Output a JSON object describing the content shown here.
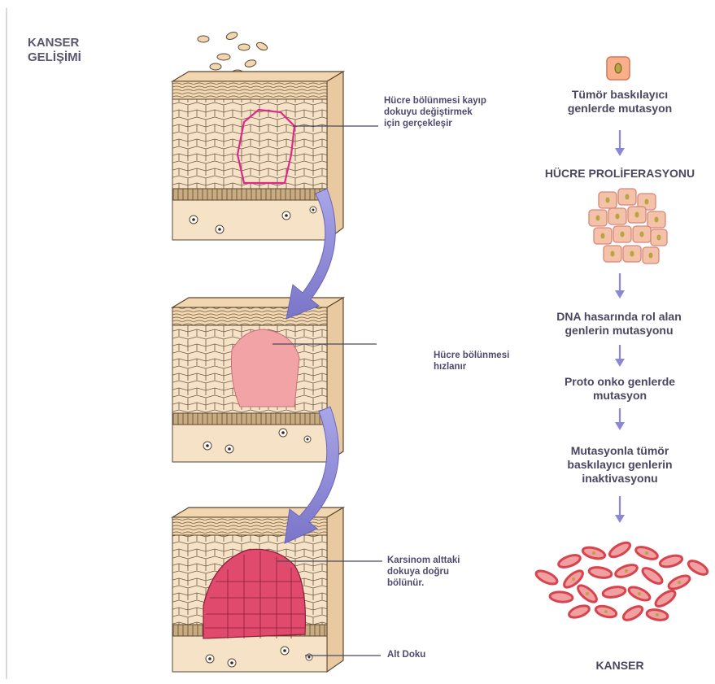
{
  "title": "KANSER GELİŞİMİ",
  "annotations": {
    "stage1": "Hücre bölünmesi kayıp dokuyu değiştirmek için gerçekleşir",
    "stage2": "Hücre bölünmesi hızlanır",
    "stage3": "Karsinom alttaki dokuya doğru bölünür.",
    "base": "Alt Doku"
  },
  "flow": {
    "step1": "Tümör baskılayıcı genlerde mutasyon",
    "step2": "HÜCRE PROLİFERASYONU",
    "step3": "DNA hasarında rol alan genlerin mutasyonu",
    "step4": "Proto onko genlerde mutasyon",
    "step5": "Mutasyonla tümör baskılayıcı genlerin inaktivasyonu",
    "step6": "KANSER"
  },
  "colors": {
    "skin": "#f6e2c7",
    "outline": "#5a4730",
    "highlight_border": "#e0288a",
    "tumor_light": "#f2a3a6",
    "tumor_dark": "#e04a6c",
    "arrow": "#8b86d8",
    "cancer_cells": "#d8444e"
  }
}
